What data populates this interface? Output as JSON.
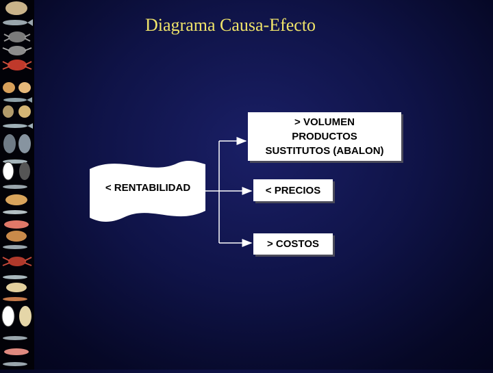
{
  "title": "Diagrama Causa-Efecto",
  "effect": {
    "label": "< RENTABILIDAD"
  },
  "causes": [
    {
      "lines": [
        "> VOLUMEN",
        "PRODUCTOS",
        "SUSTITUTOS (ABALON)"
      ]
    },
    {
      "lines": [
        "< PRECIOS"
      ]
    },
    {
      "lines": [
        "> COSTOS"
      ]
    }
  ],
  "colors": {
    "title": "#f0e46a",
    "background": "#0f1347",
    "connector": "#ffffff",
    "box": "#ffffff"
  },
  "sidebar": {
    "icons": [
      "shell-icon",
      "crab-icon",
      "crab-icon",
      "crab-icon",
      "shell-icon",
      "shell-icon",
      "fish-icon",
      "mussel-icon",
      "shell-icon",
      "fish-icon",
      "shell-icon",
      "shrimp-icon",
      "fish-icon",
      "crab-icon",
      "fish-icon",
      "shell-icon",
      "fish-icon",
      "mussel-icon",
      "fish-icon",
      "shrimp-icon",
      "fish-icon"
    ]
  }
}
